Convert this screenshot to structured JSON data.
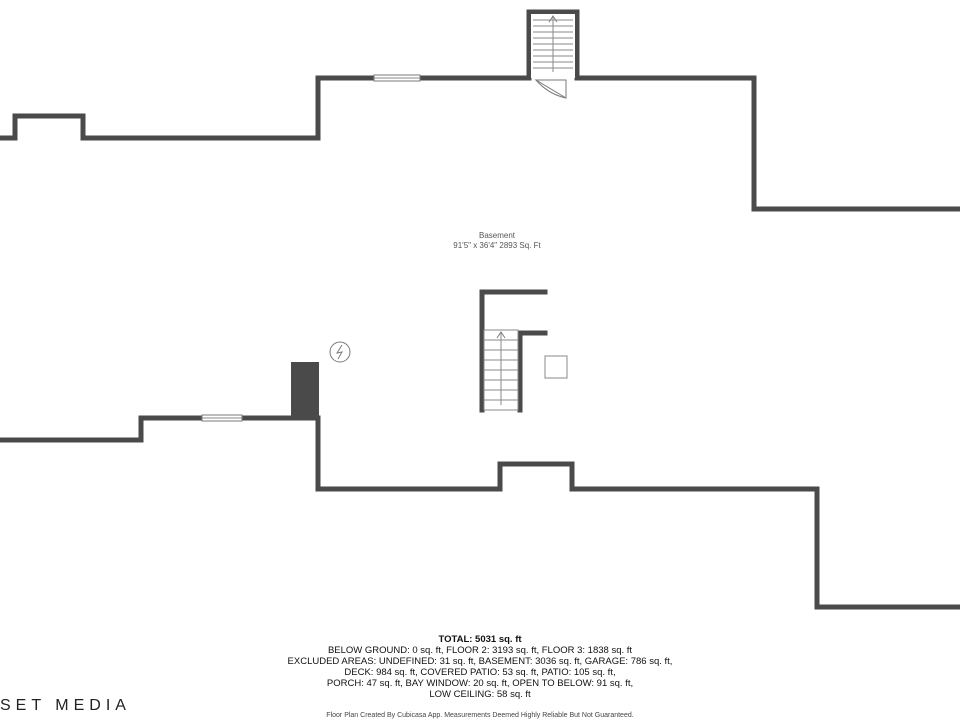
{
  "room": {
    "name": "Basement",
    "dimensions": "91'5\" x 36'4\" 2893 Sq. Ft"
  },
  "summary": {
    "total": "TOTAL: 5031 sq. ft",
    "line1": "BELOW GROUND: 0 sq. ft, FLOOR 2: 3193 sq. ft, FLOOR 3: 1838 sq. ft",
    "line2": "EXCLUDED AREAS: UNDEFINED: 31 sq. ft, BASEMENT: 3036 sq. ft, GARAGE: 786 sq. ft,",
    "line3": "DECK: 984 sq. ft, COVERED PATIO: 53 sq. ft, PATIO: 105 sq. ft,",
    "line4": "PORCH: 47 sq. ft, BAY WINDOW: 20 sq. ft, OPEN TO BELOW: 91 sq. ft,",
    "line5": "LOW CEILING: 58 sq. ft"
  },
  "brand": "SET MEDIA",
  "credit": "Floor Plan Created By Cubicasa App. Measurements Deemed Highly Reliable But Not Guaranteed.",
  "colors": {
    "wall": "#4a4a4a",
    "background": "#ffffff"
  },
  "icons": {
    "utility": "electric-panel-icon"
  }
}
